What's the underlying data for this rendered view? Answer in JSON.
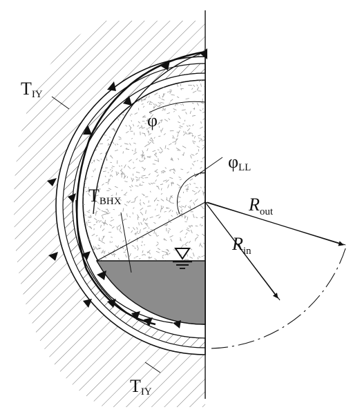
{
  "labels": {
    "t_iy_top": {
      "main": "T",
      "sub": "IY"
    },
    "t_iy_bottom": {
      "main": "T",
      "sub": "IY"
    },
    "t_bhx": {
      "main": "T",
      "sub": "BHX"
    },
    "phi": "φ",
    "phi_ll": {
      "main": "φ",
      "sub": "LL"
    },
    "r_out": {
      "main": "R",
      "sub": "out"
    },
    "r_in": {
      "main": "R",
      "sub": "in"
    }
  },
  "colors": {
    "ink": "#111111",
    "liquid": "#8c8c8c",
    "wall_fill": "#ffffff",
    "speckle": "#9a9a9a"
  },
  "symbols": [
    "liquid-level-symbol"
  ]
}
